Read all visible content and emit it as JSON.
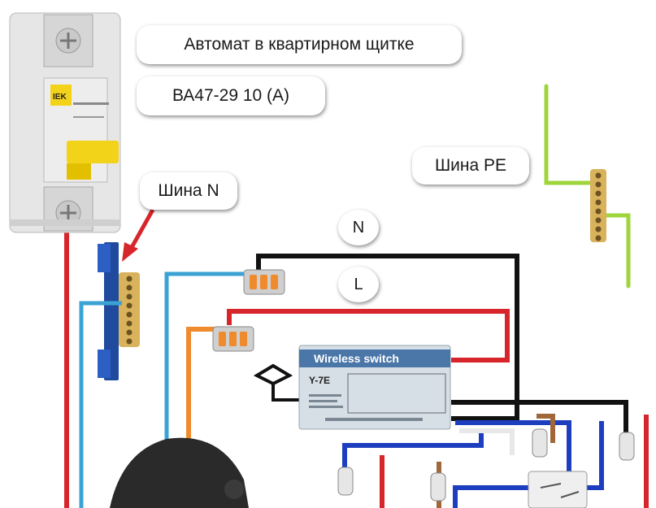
{
  "labels": {
    "breaker_callout": "Автомат в квартирном щитке",
    "breaker_model": "ВА47-29 10 (А)",
    "neutral_bus": "Шина N",
    "pe_bus": "Шина PE",
    "wire_n": "N",
    "wire_l": "L"
  },
  "breaker_brand": "IEK",
  "module_title": "Wireless switch",
  "module_model": "Y-7E",
  "colors": {
    "phase_wire": "#d7262b",
    "neutral_wire": "#3aa3d4",
    "black_wire": "#111111",
    "blue_wire": "#1d3fbf",
    "orange_wire": "#ef8a2d",
    "brown_wire": "#a0683a",
    "pe_wire": "#9fd53c",
    "breaker_handle": "#f3d21a",
    "bus_bar": "#d9b25c"
  }
}
